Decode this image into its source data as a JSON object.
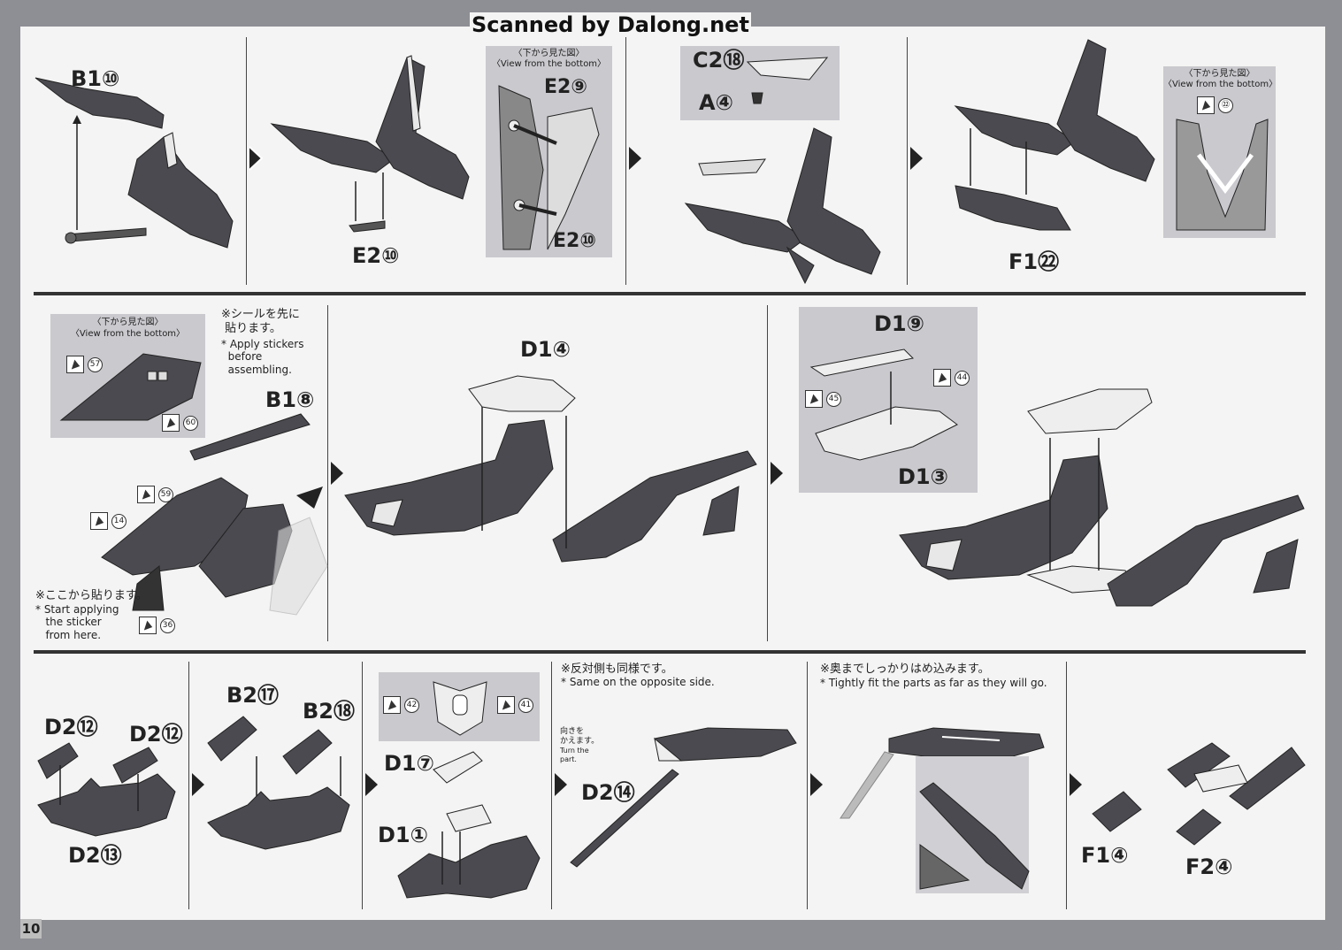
{
  "watermark": "Scanned by Dalong.net",
  "page_number": "10",
  "row1": {
    "step1": {
      "label": "B1⑩"
    },
    "step2": {
      "label": "E2⑩",
      "inset": {
        "title_jp": "〈下から見た図〉",
        "title_en": "〈View from the bottom〉",
        "label_top": "E2⑨",
        "label_bottom": "E2⑩"
      }
    },
    "step3": {
      "label_c2": "C2⑱",
      "label_a": "A④"
    },
    "step4": {
      "label": "F1㉒",
      "inset": {
        "title_jp": "〈下から見た図〉",
        "title_en": "〈View from the bottom〉",
        "sticker": "㉒"
      }
    }
  },
  "row2": {
    "step1": {
      "inset": {
        "title_jp": "〈下から見た図〉",
        "title_en": "〈View from the bottom〉",
        "sticker_a": "57",
        "sticker_b": "60"
      },
      "note_jp": "※シールを先に\n 貼ります。",
      "note_en": "* Apply stickers\n  before\n  assembling.",
      "label": "B1⑧",
      "sticker_59": "59",
      "sticker_14": "14",
      "sticker_36": "36",
      "start_note_jp": "※ここから貼ります。",
      "start_note_en": "* Start applying\n   the sticker\n   from here."
    },
    "step2": {
      "label": "D1④"
    },
    "step3": {
      "label_top": "D1⑨",
      "label_bottom": "D1③",
      "sticker_45": "45",
      "sticker_44": "44"
    }
  },
  "row3": {
    "step1": {
      "label_a": "D2⑫",
      "label_b": "D2⑫",
      "label_c": "D2⑬"
    },
    "step2": {
      "label_a": "B2⑰",
      "label_b": "B2⑱"
    },
    "step3": {
      "label_a": "D1⑦",
      "label_b": "D1①",
      "sticker_42": "42",
      "sticker_41": "41"
    },
    "step4": {
      "note_jp": "※反対側も同様です。",
      "note_en": "* Same on the opposite side.",
      "turn_jp": "向きを\nかえます。",
      "turn_en": "Turn the\npart.",
      "label": "D2⑭"
    },
    "step5": {
      "note_jp": "※奥までしっかりはめ込みます。",
      "note_en": "* Tightly fit the parts as far as they will go."
    },
    "step6": {
      "label_a": "F1④",
      "label_b": "F2④"
    }
  },
  "colors": {
    "frame": "#8e8e95",
    "paper": "#f4f4f4",
    "inset": "#c9c9ce",
    "part_dark": "#4a4a50",
    "part_light": "#ececec"
  }
}
